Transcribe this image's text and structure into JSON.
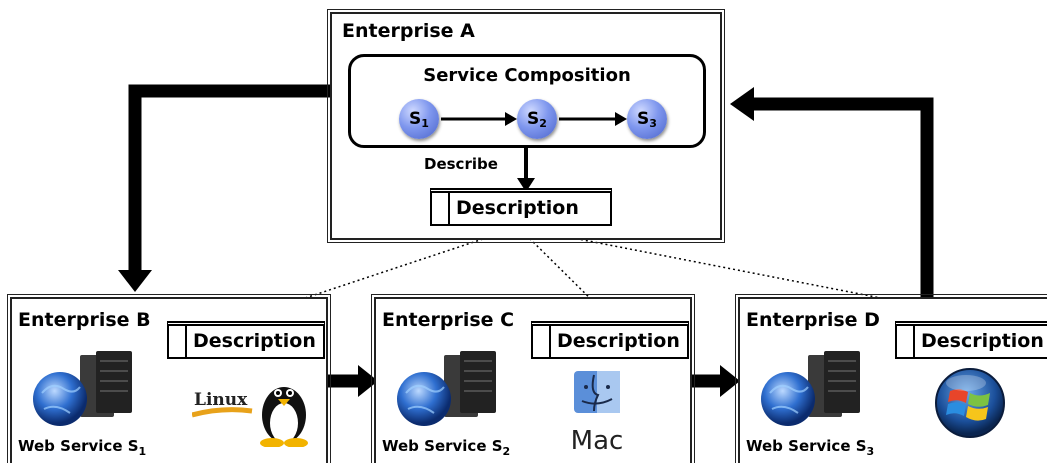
{
  "enterprise_a": {
    "title": "Enterprise A",
    "composition_title": "Service Composition",
    "nodes": [
      {
        "label": "S",
        "sub": "1"
      },
      {
        "label": "S",
        "sub": "2"
      },
      {
        "label": "S",
        "sub": "3"
      }
    ],
    "describe_label": "Describe",
    "description_label": "Description"
  },
  "enterprises": [
    {
      "title": "Enterprise B",
      "description_label": "Description",
      "service_label": "Web Service S",
      "service_sub": "1",
      "os_icon": "linux-tux-icon",
      "os_text": "Linux"
    },
    {
      "title": "Enterprise C",
      "description_label": "Description",
      "service_label": "Web Service S",
      "service_sub": "2",
      "os_icon": "mac-finder-icon",
      "os_text": "Mac"
    },
    {
      "title": "Enterprise D",
      "description_label": "Description",
      "service_label": "Web Service S",
      "service_sub": "3",
      "os_icon": "windows-logo-icon",
      "os_text": ""
    }
  ],
  "colors": {
    "node": "#6f8ae6",
    "arrow": "#000000"
  }
}
